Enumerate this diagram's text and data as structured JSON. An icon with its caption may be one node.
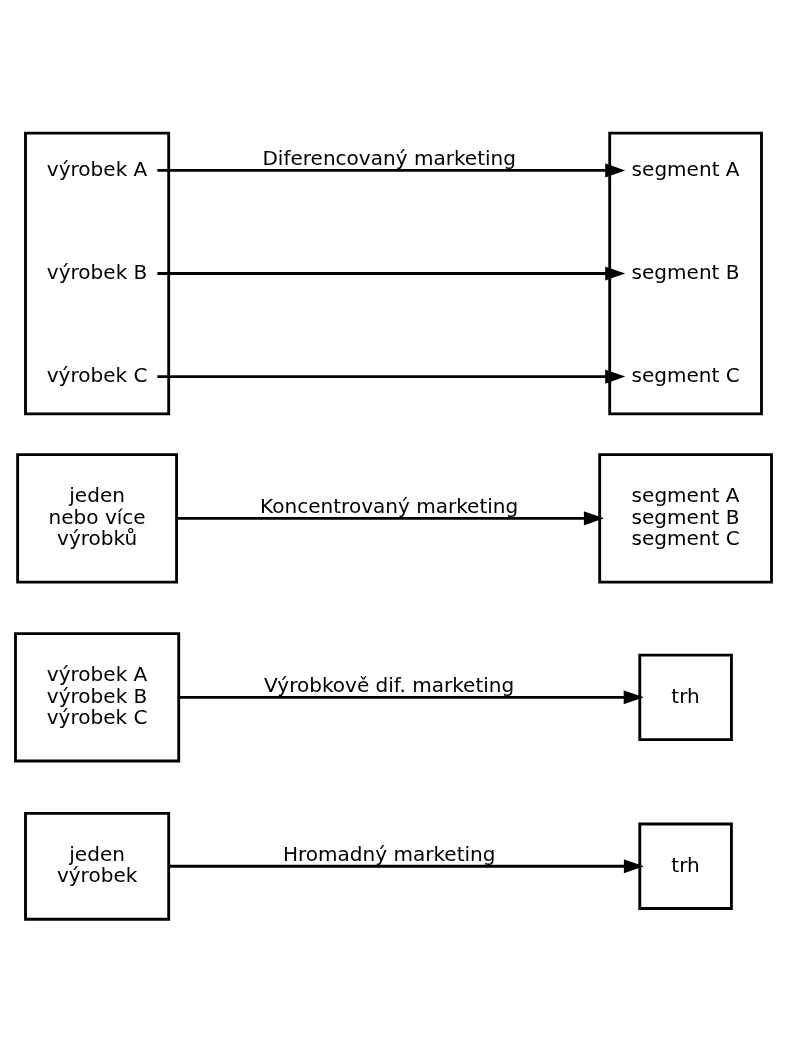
{
  "diagram": {
    "nodes": [
      {
        "text": [
          "jeden výrobek"
        ]
      },
      {
        "text": [
          "trh"
        ]
      },
      {
        "text": [
          "výrobek A výrobek B výrobek C"
        ]
      },
      {
        "text": [
          "trh"
        ]
      },
      {
        "text": [
          "jeden nebo více výrobků"
        ]
      },
      {
        "text": [
          "segment A segment B segment C"
        ]
      },
      {
        "text": [],
        "shape": "box"
      },
      {
        "text": [
          "výrobek A"
        ],
        "in": 6
      },
      {
        "text": [
          "výrobek B"
        ],
        "in": 6
      },
      {
        "text": [
          "výrobek C"
        ],
        "in": 6
      },
      {
        "text": [],
        "shape": "box"
      },
      {
        "text": [
          "segment A"
        ],
        "in": 10
      },
      {
        "text": [
          "segment B"
        ],
        "in": 10
      },
      {
        "text": [
          "segment C"
        ],
        "in": 10
      }
    ],
    "edges": [
      {
        "from": 0,
        "to": 1,
        "arrow": "to",
        "label": "Hromadný marketing"
      },
      {
        "from": 2,
        "to": 3,
        "arrow": "to",
        "label": "Výrobkově dif. marketing"
      },
      {
        "from": 4,
        "to": 5,
        "arrow": "to",
        "label": "Koncentrovaný marketing"
      },
      {
        "from": 7,
        "to": 11,
        "arrow": "to",
        "label": "Diferencovaný marketing"
      },
      {
        "from": 8,
        "to": 12,
        "arrow": "to"
      },
      {
        "from": 9,
        "to": 13,
        "arrow": "to"
      }
    ]
  }
}
